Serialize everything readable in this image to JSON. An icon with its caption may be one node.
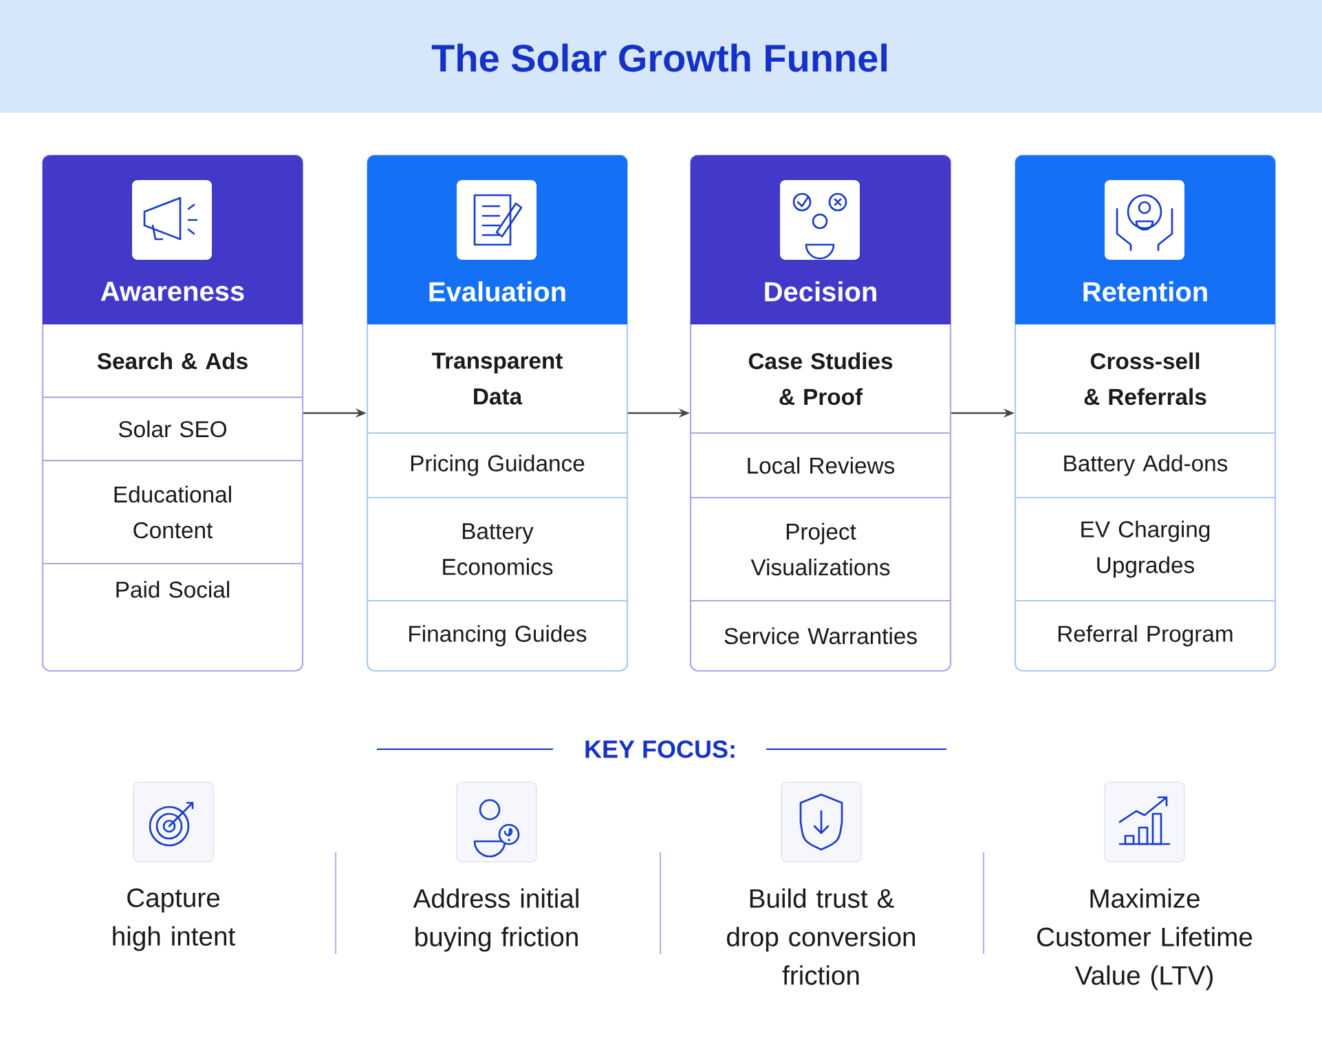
{
  "diagram": {
    "title": "The Solar Growth Funnel",
    "nodes": [
      {
        "text": [
          "Awareness"
        ]
      },
      {
        "text": [
          "Search & Ads"
        ],
        "in": 0
      },
      {
        "text": [
          "Solar SEO"
        ],
        "in": 0
      },
      {
        "text": [
          "Educational Content"
        ],
        "in": 0
      },
      {
        "text": [
          "Paid Social"
        ],
        "in": 0
      },
      {
        "text": [
          "Evaluation"
        ]
      },
      {
        "text": [
          "Transparent Data"
        ],
        "in": 5
      },
      {
        "text": [
          "Pricing Guidance"
        ],
        "in": 5
      },
      {
        "text": [
          "Battery Economics"
        ],
        "in": 5
      },
      {
        "text": [
          "Financing Guides"
        ],
        "in": 5
      },
      {
        "text": [
          "Decision"
        ]
      },
      {
        "text": [
          "Case Studies & Proof"
        ],
        "in": 10
      },
      {
        "text": [
          "Local Reviews"
        ],
        "in": 10
      },
      {
        "text": [
          "Project Visualizations"
        ],
        "in": 10
      },
      {
        "text": [
          "Service Warranties"
        ],
        "in": 10
      },
      {
        "text": [
          "Retention"
        ]
      },
      {
        "text": [
          "Cross-sell & Referrals"
        ],
        "in": 15
      },
      {
        "text": [
          "Battery Add-ons"
        ],
        "in": 15
      },
      {
        "text": [
          "EV Charging Upgrades"
        ],
        "in": 15
      },
      {
        "text": [
          "Referral Program"
        ],
        "in": 15
      }
    ],
    "edges": [
      {
        "from": 0,
        "to": 5,
        "arrow": "to"
      },
      {
        "from": 5,
        "to": 10,
        "arrow": "to"
      },
      {
        "from": 10,
        "to": 15,
        "arrow": "to"
      }
    ],
    "labels": [
      "KEY FOCUS:",
      "Capture high intent",
      "Address initial buying friction",
      "Build trust & drop conversion friction",
      "Maximize Customer Lifetime Value (LTV)"
    ]
  }
}
